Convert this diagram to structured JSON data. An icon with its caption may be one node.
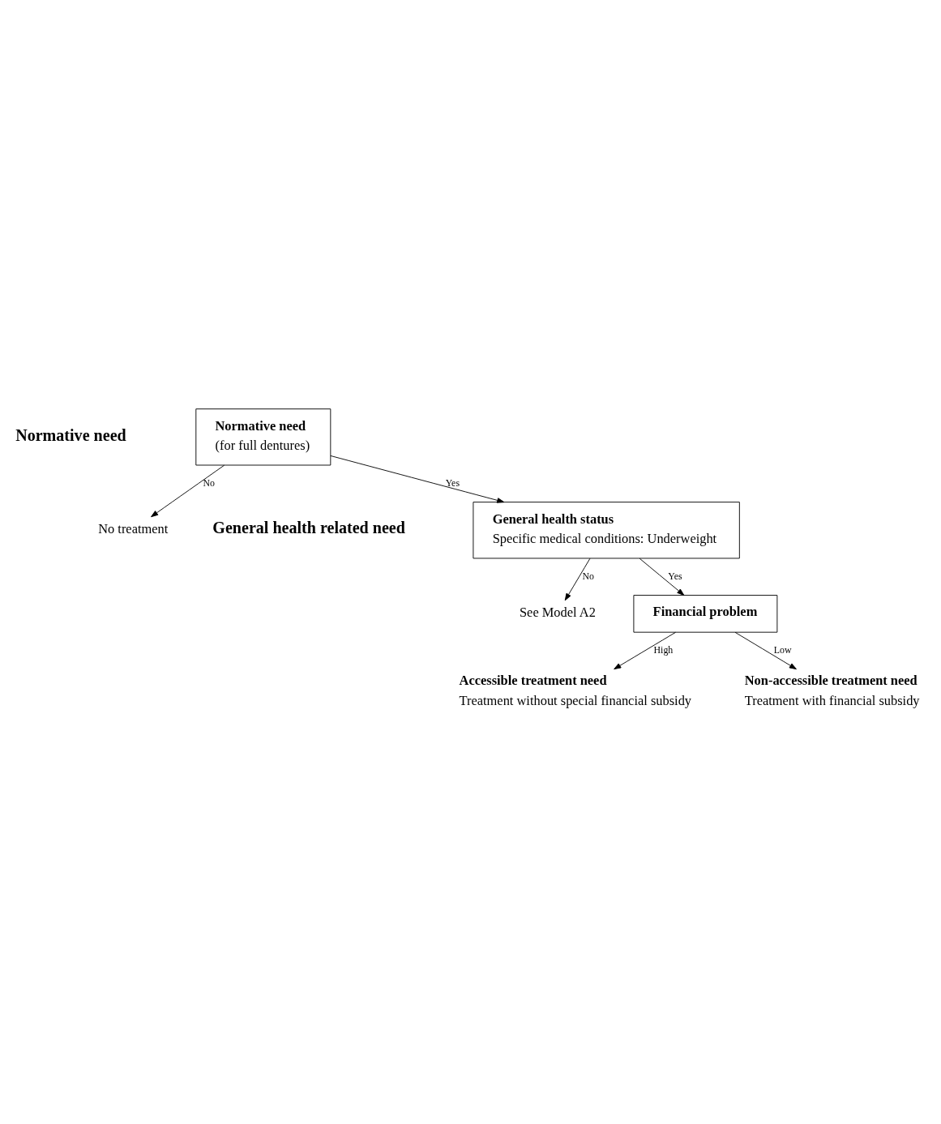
{
  "diagram": {
    "nodes": [
      {
        "text": [
          "Normative need",
          "(for full dentures)"
        ]
      },
      {
        "text": [
          "No treatment"
        ]
      },
      {
        "text": [
          "General health status",
          "Specific medical conditions: Underweight"
        ]
      },
      {
        "text": [
          "See Model A2"
        ]
      },
      {
        "text": [
          "Financial problem"
        ]
      },
      {
        "text": [
          "Accessible treatment need",
          "Treatment without special financial subsidy"
        ]
      },
      {
        "text": [
          "Non-accessible treatment need",
          "Treatment with financial subsidy"
        ]
      }
    ],
    "edges": [
      {
        "from": 0,
        "to": 2,
        "arrow": "to",
        "label": "Yes"
      },
      {
        "from": 0,
        "to": 1,
        "arrow": "to",
        "label": "No"
      },
      {
        "from": 2,
        "to": 4,
        "arrow": "to",
        "label": "Yes"
      },
      {
        "from": 2,
        "to": 3,
        "arrow": "to",
        "label": "No"
      },
      {
        "from": 4,
        "to": 5,
        "arrow": "to",
        "label": "High"
      },
      {
        "from": 4,
        "to": 6,
        "arrow": "to",
        "label": "Low"
      }
    ],
    "labels": [
      "Normative need",
      "General health related need"
    ]
  }
}
